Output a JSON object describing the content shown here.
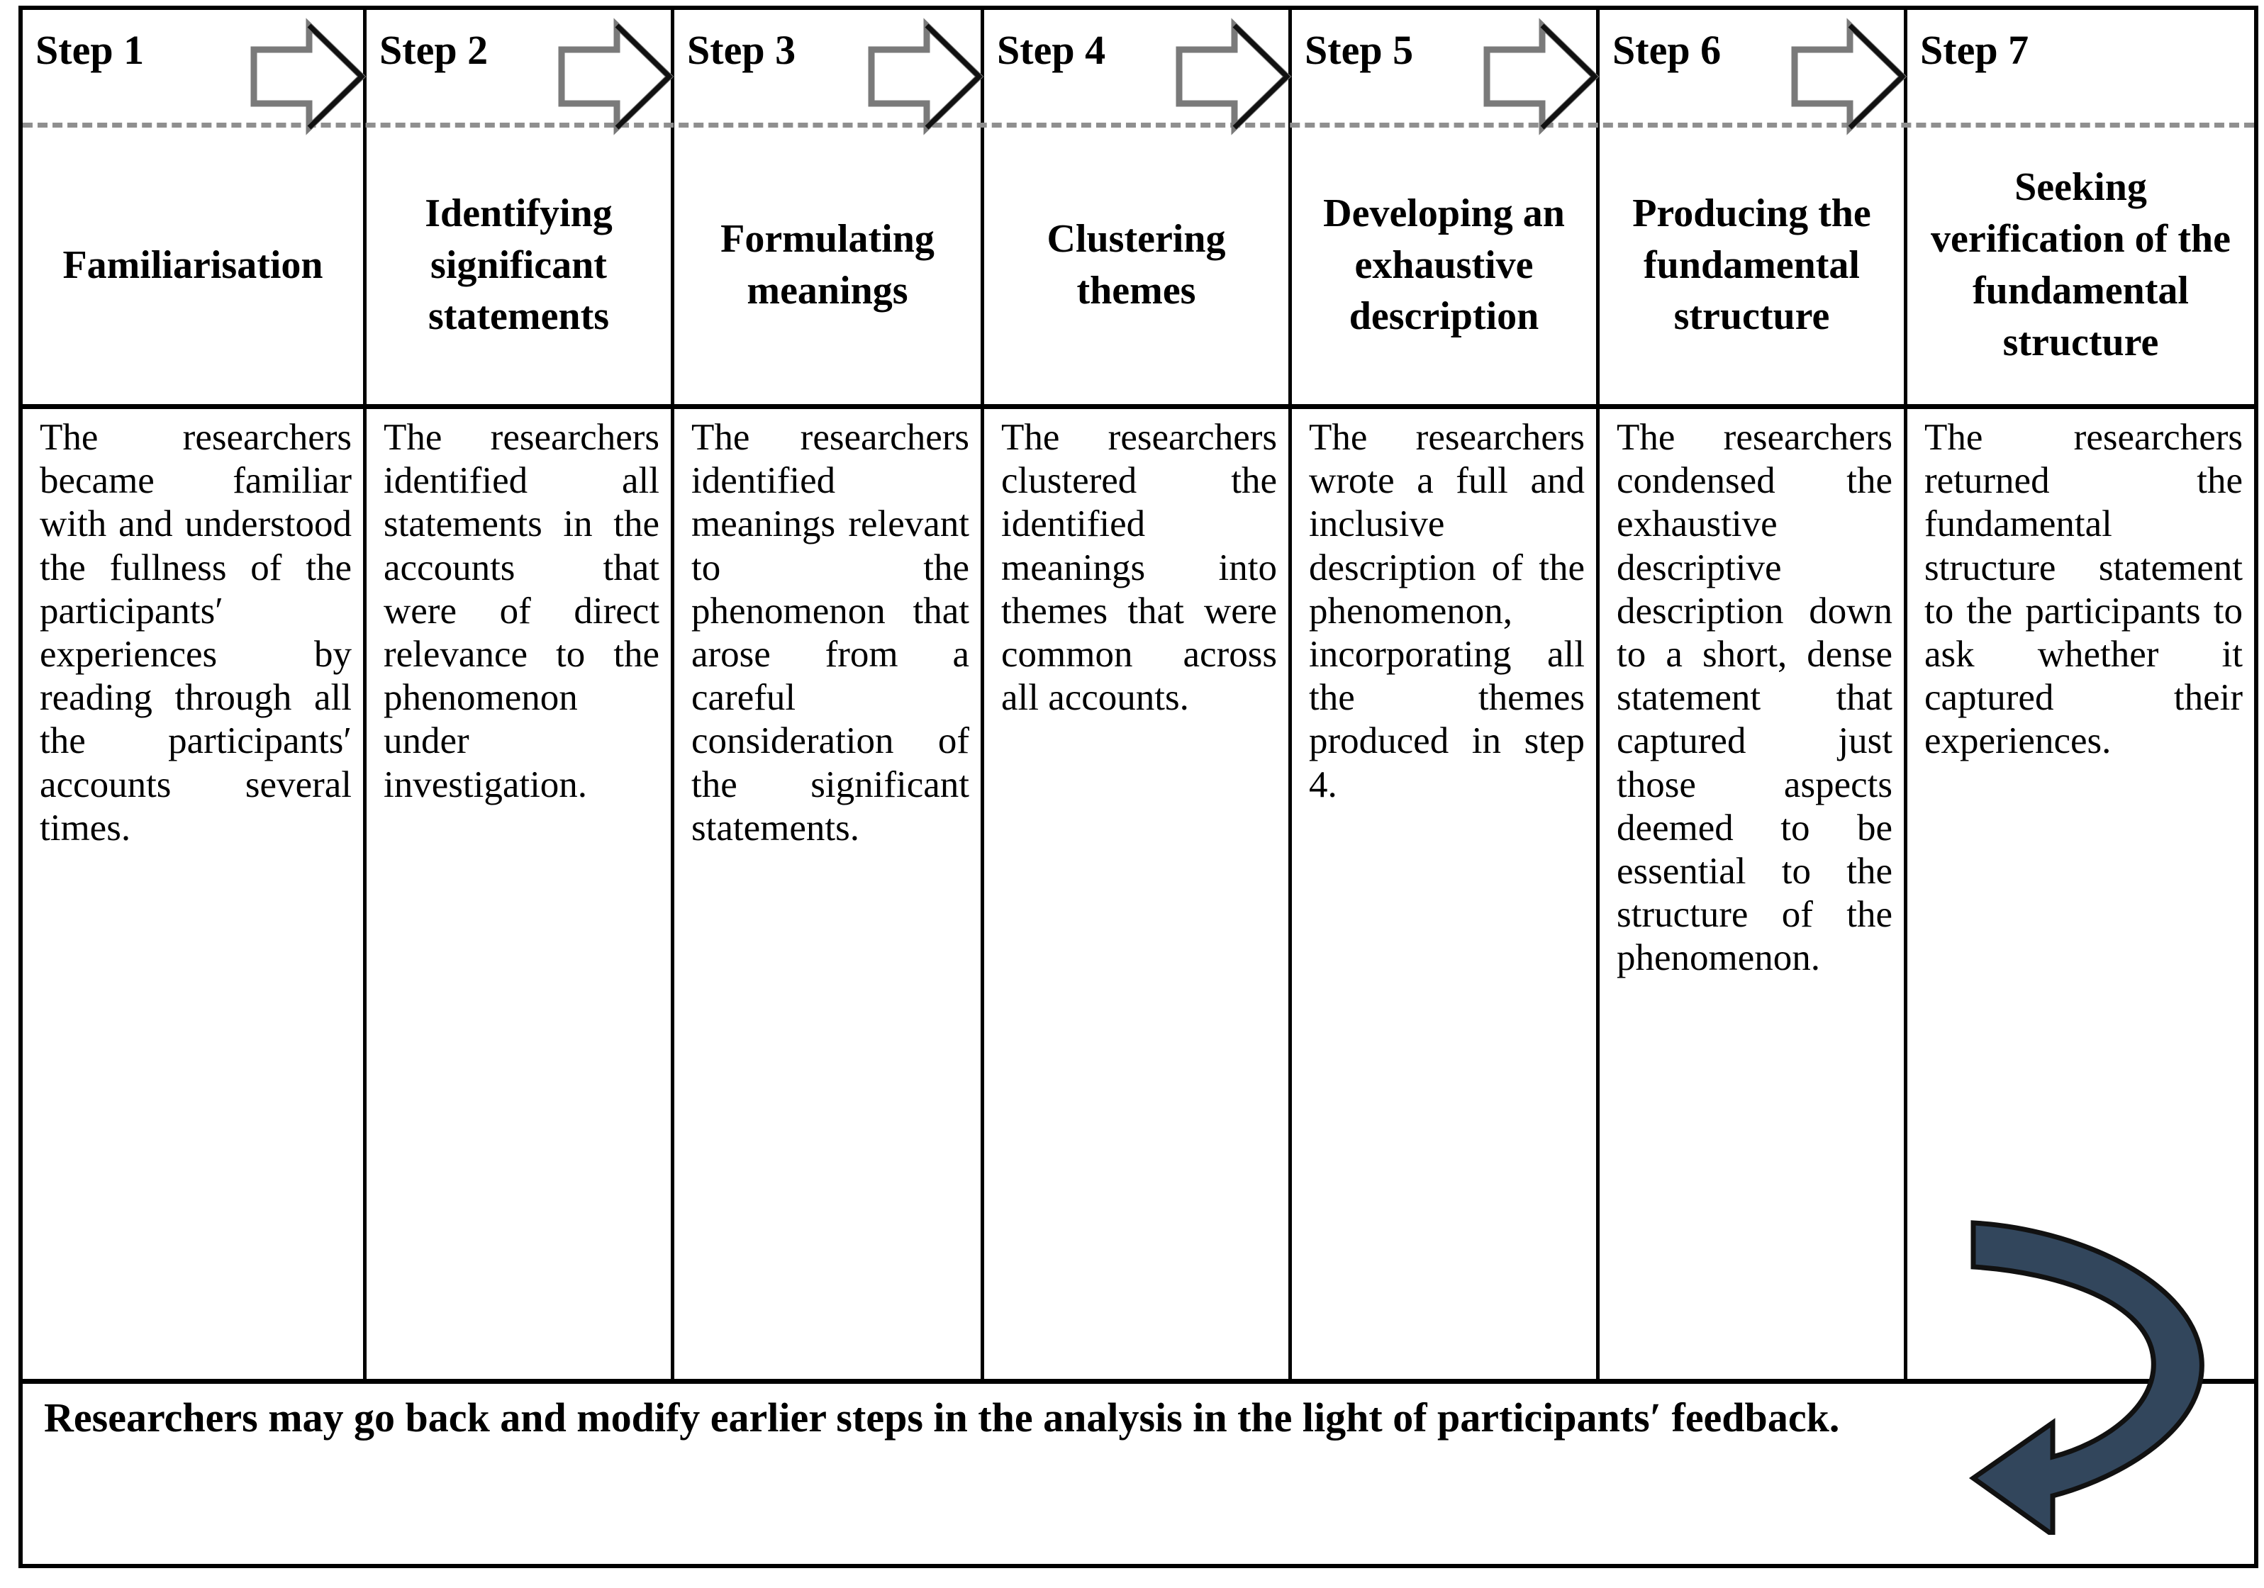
{
  "diagram": {
    "type": "process-table",
    "accent_color": "#32465c",
    "border_color": "#000000",
    "dashed_rule_color": "#8f8f8f",
    "background": "#ffffff"
  },
  "steps": [
    {
      "step_label": "Step 1",
      "title": "Familiarisation",
      "description": "The researchers became familiar with and understood the fullness of the participants′ experiences by reading through all the participants′ accounts several times."
    },
    {
      "step_label": "Step 2",
      "title": "Identifying significant statements",
      "description": "The researchers identified all statements in the accounts that were of direct relevance to the phenomenon under investigation."
    },
    {
      "step_label": "Step 3",
      "title": "Formulating meanings",
      "description": "The researchers identified meanings relevant to the phenomenon that arose from a careful consideration of the significant statements."
    },
    {
      "step_label": "Step 4",
      "title": "Clustering themes",
      "description": "The researchers clustered the identified meanings into themes that were common across all accounts."
    },
    {
      "step_label": "Step 5",
      "title": "Developing an exhaustive description",
      "description": "The researchers wrote a full and inclusive description of the phenomenon, incorporating all the themes produced in step 4."
    },
    {
      "step_label": "Step 6",
      "title": "Producing the fundamental structure",
      "description": "The researchers condensed the exhaustive descriptive description down to a short, dense statement that captured just those aspects deemed to be essential to the structure of the phenomenon."
    },
    {
      "step_label": "Step 7",
      "title": "Seeking verification of the fundamental structure",
      "description": "The researchers returned the fundamental structure statement to the participants to ask whether it captured their experiences."
    }
  ],
  "footer": {
    "note": "Researchers may go back and modify earlier steps in the analysis in the light of participants′ feedback."
  },
  "icons": {
    "step_arrow": "right-block-arrow-icon",
    "loop_back_arrow": "curved-loop-back-arrow-icon"
  }
}
